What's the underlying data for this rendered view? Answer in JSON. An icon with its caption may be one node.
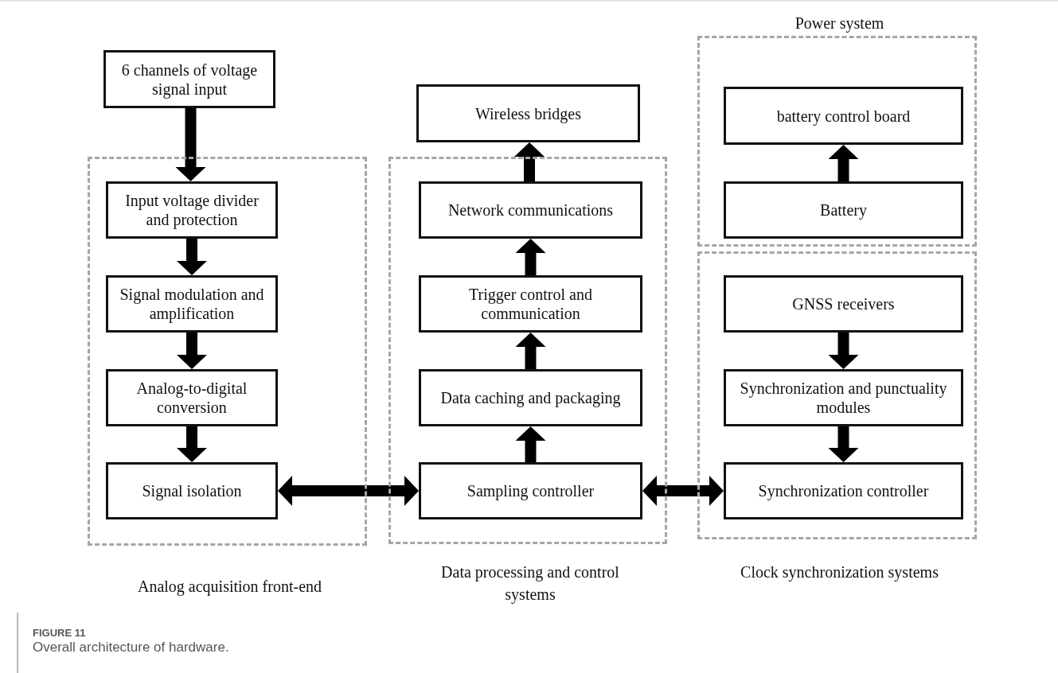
{
  "diagram": {
    "caption": "Overall architecture of hardware.",
    "nodes": [
      {
        "text": [
          "6 channels of voltage signal input"
        ]
      },
      {
        "text": [
          "Analog acquisition front-end"
        ]
      },
      {
        "text": [
          "Input voltage divider and protection"
        ],
        "in": 1
      },
      {
        "text": [
          "Signal modulation and amplification"
        ],
        "in": 1
      },
      {
        "text": [
          "Analog-to-digital conversion"
        ],
        "in": 1
      },
      {
        "text": [
          "Signal isolation"
        ],
        "in": 1
      },
      {
        "text": [
          "Wireless bridges"
        ]
      },
      {
        "text": [
          "Data processing and control systems"
        ]
      },
      {
        "text": [
          "Network communications"
        ],
        "in": 7
      },
      {
        "text": [
          "Trigger control and communication"
        ],
        "in": 7
      },
      {
        "text": [
          "Data caching and packaging"
        ],
        "in": 7
      },
      {
        "text": [
          "Sampling controller"
        ],
        "in": 7
      },
      {
        "text": [
          "Power system"
        ]
      },
      {
        "text": [
          "battery control board"
        ],
        "in": 12
      },
      {
        "text": [
          "Battery"
        ],
        "in": 12
      },
      {
        "text": [
          "Clock synchronization systems"
        ]
      },
      {
        "text": [
          "GNSS receivers"
        ],
        "in": 15
      },
      {
        "text": [
          "Synchronization and punctuality modules"
        ],
        "in": 15
      },
      {
        "text": [
          "Synchronization controller"
        ],
        "in": 15
      }
    ],
    "edges": [
      {
        "from": 0,
        "to": 2,
        "arrow": "to"
      },
      {
        "from": 2,
        "to": 3,
        "arrow": "to"
      },
      {
        "from": 3,
        "to": 4,
        "arrow": "to"
      },
      {
        "from": 4,
        "to": 5,
        "arrow": "to"
      },
      {
        "from": 5,
        "to": 11,
        "arrow": "both"
      },
      {
        "from": 11,
        "to": 10,
        "arrow": "to"
      },
      {
        "from": 10,
        "to": 9,
        "arrow": "to"
      },
      {
        "from": 9,
        "to": 8,
        "arrow": "to"
      },
      {
        "from": 8,
        "to": 6,
        "arrow": "to"
      },
      {
        "from": 14,
        "to": 13,
        "arrow": "to"
      },
      {
        "from": 16,
        "to": 17,
        "arrow": "to"
      },
      {
        "from": 17,
        "to": 18,
        "arrow": "to"
      },
      {
        "from": 11,
        "to": 18,
        "arrow": "both"
      }
    ],
    "labels": [
      "FIGURE 11"
    ]
  }
}
